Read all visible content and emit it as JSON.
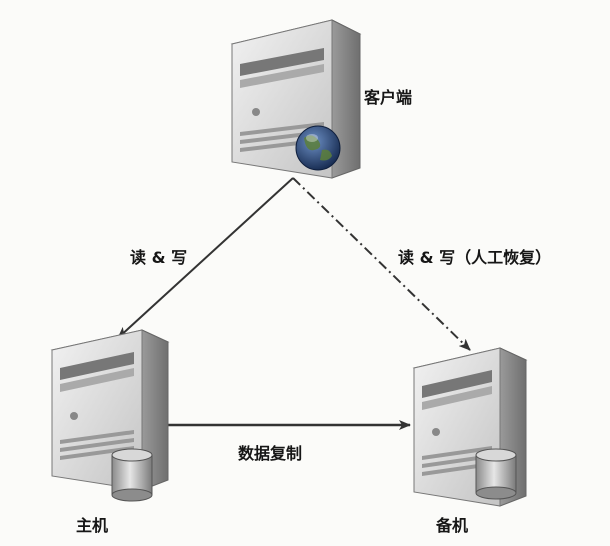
{
  "nodes": {
    "client": {
      "label": "客户端",
      "icon": "server-globe-icon"
    },
    "primary": {
      "label": "主机",
      "icon": "server-database-icon"
    },
    "standby": {
      "label": "备机",
      "icon": "server-database-icon"
    }
  },
  "edges": {
    "client_to_primary": {
      "label": "读 & 写",
      "style": "solid"
    },
    "client_to_standby": {
      "label": "读 & 写（人工恢复）",
      "style": "dash-dot"
    },
    "primary_to_standby": {
      "label": "数据复制",
      "style": "solid"
    }
  },
  "colors": {
    "server_body": "#c9c9c9",
    "server_front": "#e4e4e4",
    "line": "#3a3a3a",
    "globe": "#1f3f73"
  }
}
